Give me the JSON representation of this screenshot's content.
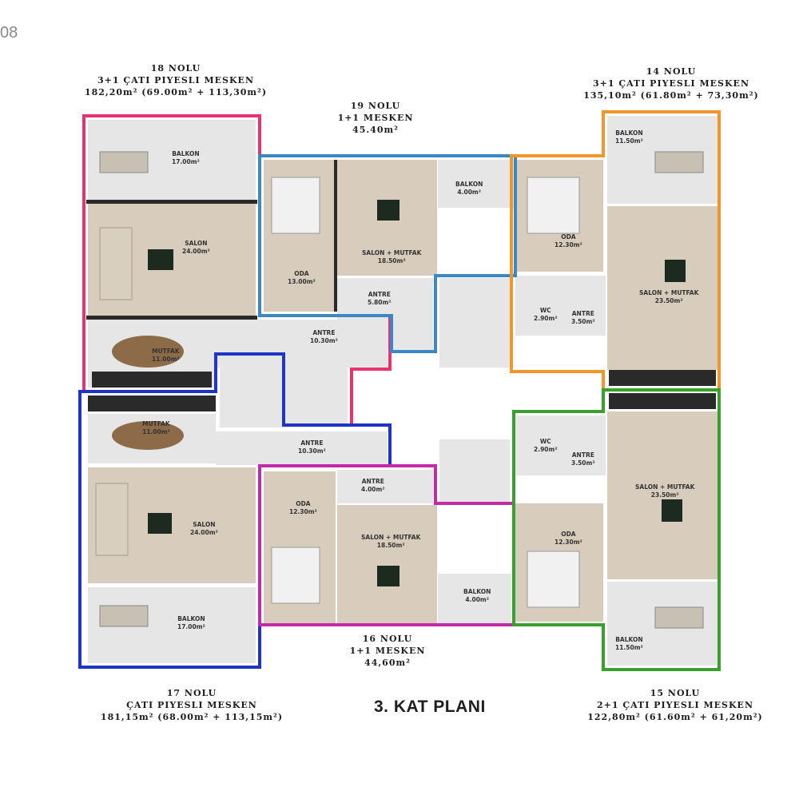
{
  "corner_text": "08",
  "plan_title": "3. KAT PLANI",
  "units": {
    "u18": {
      "name": "18 NOLU",
      "type": "3+1 ÇATI PIYESLI MESKEN",
      "area": "182,20m² (69.00m² + 113,30m²)"
    },
    "u19": {
      "name": "19 NOLU",
      "type": "1+1  MESKEN",
      "area": "45.40m²"
    },
    "u14": {
      "name": "14 NOLU",
      "type": "3+1 ÇATI PIYESLI MESKEN",
      "area": "135,10m² (61.80m² + 73,30m²)"
    },
    "u17": {
      "name": "17 NOLU",
      "type": "ÇATI PIYESLI MESKEN",
      "area": "181,15m² (68.00m² + 113,15m²)"
    },
    "u16": {
      "name": "16 NOLU",
      "type": "1+1 MESKEN",
      "area": "44,60m²"
    },
    "u15": {
      "name": "15 NOLU",
      "type": "2+1 ÇATI PIYESLI MESKEN",
      "area": "122,80m² (61.60m² + 61,20m²)"
    }
  },
  "rooms": {
    "r18_balkon": {
      "name": "BALKON",
      "area": "17.00m²"
    },
    "r18_salon": {
      "name": "SALON",
      "area": "24.00m²"
    },
    "r18_mutfak": {
      "name": "MUTFAK",
      "area": "11.00m²"
    },
    "r18_antre": {
      "name": "ANTRE",
      "area": "10.30m²"
    },
    "r19_oda": {
      "name": "ODA",
      "area": "13.00m²"
    },
    "r19_salon": {
      "name": "SALON + MUTFAK",
      "area": "18.50m²"
    },
    "r19_balkon": {
      "name": "BALKON",
      "area": "4.00m²"
    },
    "r19_antre": {
      "name": "ANTRE",
      "area": "5.80m²"
    },
    "r14_balkon": {
      "name": "BALKON",
      "area": "11.50m²"
    },
    "r14_oda": {
      "name": "ODA",
      "area": "12.30m²"
    },
    "r14_salon": {
      "name": "SALON + MUTFAK",
      "area": "23.50m²"
    },
    "r14_wc": {
      "name": "WC",
      "area": "2.90m²"
    },
    "r14_antre": {
      "name": "ANTRE",
      "area": "3.50m²"
    },
    "r17_mutfak": {
      "name": "MUTFAK",
      "area": "11.00m²"
    },
    "r17_antre": {
      "name": "ANTRE",
      "area": "10.30m²"
    },
    "r17_salon": {
      "name": "SALON",
      "area": "24.00m²"
    },
    "r17_balkon": {
      "name": "BALKON",
      "area": "17.00m²"
    },
    "r16_oda": {
      "name": "ODA",
      "area": "12.30m²"
    },
    "r16_antre": {
      "name": "ANTRE",
      "area": "4.00m²"
    },
    "r16_salon": {
      "name": "SALON + MUTFAK",
      "area": "18.50m²"
    },
    "r16_balkon": {
      "name": "BALKON",
      "area": "4.00m²"
    },
    "r15_wc": {
      "name": "WC",
      "area": "2.90m²"
    },
    "r15_antre": {
      "name": "ANTRE",
      "area": "3.50m²"
    },
    "r15_salon": {
      "name": "SALON + MUTFAK",
      "area": "23.50m²"
    },
    "r15_oda": {
      "name": "ODA",
      "area": "12.30m²"
    },
    "r15_balkon": {
      "name": "BALKON",
      "area": "11.50m²"
    }
  },
  "colors": {
    "unit18": "#e8336e",
    "unit19": "#3a88c6",
    "unit14": "#f0962a",
    "unit17": "#1f34c4",
    "unit16": "#c32aa8",
    "unit15": "#3aa02c"
  }
}
